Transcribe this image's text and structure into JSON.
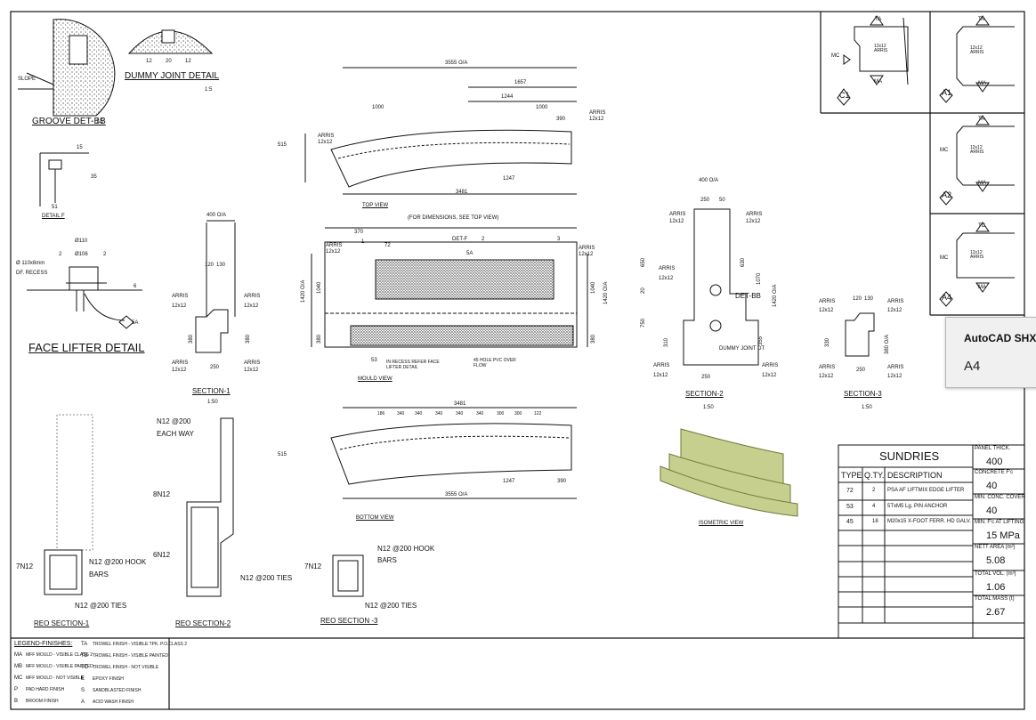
{
  "views": {
    "groove_det": "GROOVE DET-BB",
    "groove_scale": "1:5",
    "dummy_joint": "DUMMY JOINT DETAIL",
    "dummy_scale": "1:5",
    "detail_f": "DETAIL F",
    "face_lifter": "FACE LIFTER DETAIL",
    "section1": "SECTION-1",
    "section2": "SECTION-2",
    "section3": "SECTION-3",
    "top_view": "TOP VIEW",
    "mould_view": "MOULD VIEW",
    "bottom_view": "BOTTOM VIEW",
    "isometric": "ISOMETRIC VIEW",
    "reo1": "REO SECTION-1",
    "reo2": "REO SECTION-2",
    "reo3": "REO SECTION -3",
    "scale_1_50": "1:50",
    "see_top": "(FOR DIMENSIONS, SEE TOP VIEW)"
  },
  "dims": {
    "top_overall": "3555 O/A",
    "top_1657": "1657",
    "top_1244": "1244",
    "top_1000a": "1000",
    "top_1000b": "1000",
    "top_390": "390",
    "top_515": "515",
    "top_3481": "3481",
    "top_1247": "1247",
    "mould_370": "370",
    "mould_1420": "1420 O/A",
    "mould_1040": "1040",
    "mould_1040b": "1040",
    "mould_1420b": "1420 O/A",
    "mould_380": "380",
    "mould_380b": "380",
    "s1_400": "400 O/A",
    "s1_120": "120",
    "s1_130": "130",
    "s1_380": "380",
    "s1_380b": "380",
    "s1_250": "250",
    "s2_400": "400 O/A",
    "s2_250": "250",
    "s2_50": "50",
    "s2_650": "650",
    "s2_630": "630",
    "s2_1070": "1070",
    "s2_1420": "1420 O/A",
    "s2_750": "750",
    "s2_310": "310",
    "s2_355": "355",
    "s2_250b": "250",
    "s2_20": "20",
    "s3_120": "120",
    "s3_130": "130",
    "s3_330": "330",
    "s3_380": "380 O/A",
    "s3_250": "250",
    "bottom_overall": "3555 O/A",
    "bottom_3481": "3481",
    "bottom_515": "515",
    "bottom_390": "390",
    "bottom_1247": "1247",
    "fl_110": "Ø110",
    "fl_106": "Ø106",
    "fl_2a": "2",
    "fl_2b": "2",
    "fl_6": "6",
    "fl_recess": "Ø 110x6mm",
    "fl_recess2": "DF. RECESS",
    "dj_12a": "12",
    "dj_12b": "12",
    "dj_20": "20",
    "ggroove_slope": "SLOPE",
    "detf_51": "51",
    "detf_35": "35",
    "detf_15": "15",
    "bottom_spacings": [
      "186",
      "340",
      "340",
      "340",
      "340",
      "340",
      "300",
      "300",
      "122"
    ]
  },
  "notes": {
    "arris": "ARRIS",
    "arris_size": "12x12",
    "det_bb": "DET-BB",
    "det_f": "DET-F",
    "dummy_joint": "DUMMY JOINT DT",
    "tag_72": "72",
    "tag_53": "53",
    "tag_45": "45",
    "tag_5a": "5A",
    "tag_1": "1",
    "tag_2": "2",
    "tag_3": "3",
    "recess_note": "IN RECESS REFER FACE LIFTER DETAIL",
    "hole_note": "45 HOLE PVC OVER FLOW"
  },
  "reo": {
    "r1_7n12": "7N12",
    "r1_hook": "N12 @200 HOOK",
    "r1_bars": "BARS",
    "r1_ties": "N12 @200 TIES",
    "r2_each": "N12 @200",
    "r2_each2": "EACH WAY",
    "r2_8n12": "8N12",
    "r2_6n12": "6N12",
    "r2_ties": "N12 @200 TIES",
    "r3_7n12": "7N12",
    "r3_hook": "N12 @200 HOOK",
    "r3_bars": "BARS",
    "r3_ties": "N12 @200 TIES"
  },
  "corner_details": [
    {
      "tag": "C1",
      "top": "TA",
      "left": "MC",
      "bottom": "MA",
      "note": "12x12 ARRIS"
    },
    {
      "tag": "A1",
      "top": "TA",
      "left": "",
      "bottom": "MA",
      "note": "12x12 ARRIS"
    },
    {
      "tag": "A2",
      "top": "TA",
      "left": "MC",
      "bottom": "MA",
      "note": "12x12 ARRIS"
    },
    {
      "tag": "A4",
      "top": "TC",
      "left": "MC",
      "bottom": "MA",
      "note": "12x12 ARRIS"
    }
  ],
  "sundries": {
    "title": "SUNDRIES",
    "col_type": "TYPE",
    "col_qty": "Q.TY.",
    "col_desc": "DESCRIPTION",
    "rows": [
      {
        "type": "72",
        "qty": "2",
        "desc": "PSA AF LIFTMIX EDGE LIFTER"
      },
      {
        "type": "53",
        "qty": "4",
        "desc": "5TxM5 Lg. PIN ANCHOR"
      },
      {
        "type": "45",
        "qty": "18",
        "desc": "M20x15 X-FOOT FERR. HD GALV."
      }
    ]
  },
  "specs": [
    {
      "label": "PANEL THICK.",
      "value": "400"
    },
    {
      "label": "CONCRETE F'c",
      "value": "40"
    },
    {
      "label": "MIN. CONC. COVER",
      "value": "40"
    },
    {
      "label": "MIN. F'c AT LIFTING",
      "value": "15 MPa"
    },
    {
      "label": "NETT AREA (m²)",
      "value": "5.08"
    },
    {
      "label": "TOTAL VOL. (m³)",
      "value": "1.06"
    },
    {
      "label": "TOTAL MASS (t)",
      "value": "2.67"
    }
  ],
  "legend": {
    "title": "LEGEND-FINISHES:",
    "col1": [
      {
        "code": "MA",
        "text": "MFF MOULD - VISIBLE CLASS 2"
      },
      {
        "code": "MB",
        "text": "MFF MOULD - VISIBLE PAINTED"
      },
      {
        "code": "MC",
        "text": "MFF MOULD - NOT VISIBLE"
      },
      {
        "code": "P",
        "text": "PAD HARD FINISH"
      },
      {
        "code": "B",
        "text": "BROOM FINISH"
      }
    ],
    "col2": [
      {
        "code": "TA",
        "text": "TROWEL FINISH - VISIBLE TPK. P.O.CLASS 2"
      },
      {
        "code": "TB",
        "text": "TROWEL FINISH - VISIBLE PAINTED"
      },
      {
        "code": "TC",
        "text": "TROWEL FINISH - NOT VISIBLE"
      },
      {
        "code": "E",
        "text": "EPOXY FINISH"
      },
      {
        "code": "S",
        "text": "SANDBLASTED FINISH"
      },
      {
        "code": "A",
        "text": "ACID WASH FINISH"
      }
    ]
  },
  "popup": {
    "title": "AutoCAD SHX",
    "value": "A4"
  },
  "colors": {
    "iso_fill": "#c6cf8e",
    "iso_stroke": "#6f7a3a",
    "line": "#111111"
  }
}
